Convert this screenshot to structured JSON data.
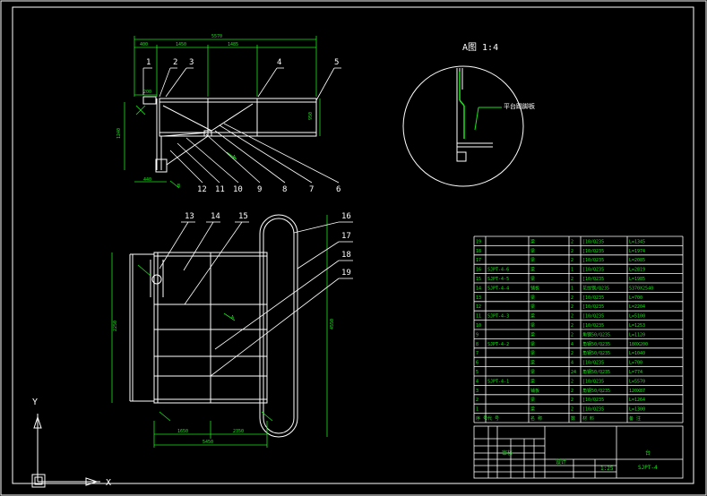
{
  "colors": {
    "background": "#000000",
    "frame": "#ffffff",
    "geometry": "#ffffff",
    "leader": "#ffffff",
    "number": "#ffffff",
    "dimension": "#19e619",
    "annotation": "#19e619",
    "table_text": "#19e619",
    "table_grid": "#ffffff"
  },
  "dimensions": {
    "top_total": "5570",
    "top_a": "400",
    "top_b": "1450",
    "top_c": "1485",
    "right_vert": "950",
    "left_vert": "1240",
    "small_a": "200",
    "bottom_a": "440",
    "plan_bottom_a": "1650",
    "plan_bottom_b": "2350",
    "plan_total": "5450",
    "plan_left": "2250",
    "plan_right": "4550"
  },
  "detail_view": {
    "title": "A图 1:4",
    "label": "平台踢脚板"
  },
  "callout_numbers": [
    "1",
    "2",
    "3",
    "4",
    "5",
    "6",
    "7",
    "8",
    "9",
    "10",
    "11",
    "12",
    "13",
    "14",
    "15",
    "16",
    "17",
    "18",
    "19"
  ],
  "parts": [
    {
      "no": "19",
      "code": "",
      "name": "梁",
      "qty": "2",
      "material": "[10/Q235",
      "remark": "L=1345"
    },
    {
      "no": "18",
      "code": "",
      "name": "梁",
      "qty": "2",
      "material": "[10/Q235",
      "remark": "L=1974"
    },
    {
      "no": "17",
      "code": "",
      "name": "梁",
      "qty": "2",
      "material": "[10/Q235",
      "remark": "L=2085"
    },
    {
      "no": "16",
      "code": "SJPT-4-6",
      "name": "梁",
      "qty": "1",
      "material": "[10/Q235",
      "remark": "L=2819"
    },
    {
      "no": "15",
      "code": "SJPT-4-5",
      "name": "梁",
      "qty": "2",
      "material": "[10/Q235",
      "remark": "L=1985"
    },
    {
      "no": "14",
      "code": "SJPT-4-4",
      "name": "铺板",
      "qty": "1",
      "material": "花纹钢/Q235",
      "remark": "5370X2540"
    },
    {
      "no": "13",
      "code": "",
      "name": "梁",
      "qty": "2",
      "material": "[10/Q235",
      "remark": "L=700"
    },
    {
      "no": "12",
      "code": "",
      "name": "梁",
      "qty": "2",
      "material": "[10/Q235",
      "remark": "L=2204"
    },
    {
      "no": "11",
      "code": "SJPT-4-3",
      "name": "梁",
      "qty": "2",
      "material": "[10/Q235",
      "remark": "L=5100"
    },
    {
      "no": "10",
      "code": "",
      "name": "梁",
      "qty": "2",
      "material": "[10/Q235",
      "remark": "L=1253"
    },
    {
      "no": "9",
      "code": "",
      "name": "梁",
      "qty": "2",
      "material": "角钢50/Q235",
      "remark": "L=1120"
    },
    {
      "no": "8",
      "code": "SJPT-4-2",
      "name": "梁",
      "qty": "4",
      "material": "角钢50/Q235",
      "remark": "180X200"
    },
    {
      "no": "7",
      "code": "",
      "name": "梁",
      "qty": "2",
      "material": "角钢50/Q235",
      "remark": "L=1040"
    },
    {
      "no": "6",
      "code": "",
      "name": "梁",
      "qty": "4",
      "material": "[10/Q235",
      "remark": "L=700"
    },
    {
      "no": "5",
      "code": "",
      "name": "梁",
      "qty": "24",
      "material": "角钢50/Q235",
      "remark": "L=774"
    },
    {
      "no": "4",
      "code": "SJPT-4-1",
      "name": "梁",
      "qty": "2",
      "material": "[10/Q235",
      "remark": "L=5570"
    },
    {
      "no": "3",
      "code": "",
      "name": "铺板",
      "qty": "2",
      "material": "角钢50/Q235",
      "remark": "120X87"
    },
    {
      "no": "2",
      "code": "",
      "name": "梁",
      "qty": "2",
      "material": "[10/Q235",
      "remark": "L=1264"
    },
    {
      "no": "1",
      "code": "",
      "name": "梁",
      "qty": "2",
      "material": "[10/Q235",
      "remark": "L=1300"
    }
  ],
  "table_header": {
    "no": "序 号",
    "code": "代 号",
    "name": "名 称",
    "qty": "数",
    "material": "材 料",
    "remark": "备 注"
  },
  "title_block": {
    "name": "台",
    "drawing_no": "SJPT-4",
    "scale": "1:25",
    "label_a": "设计",
    "label_b": "审核"
  }
}
